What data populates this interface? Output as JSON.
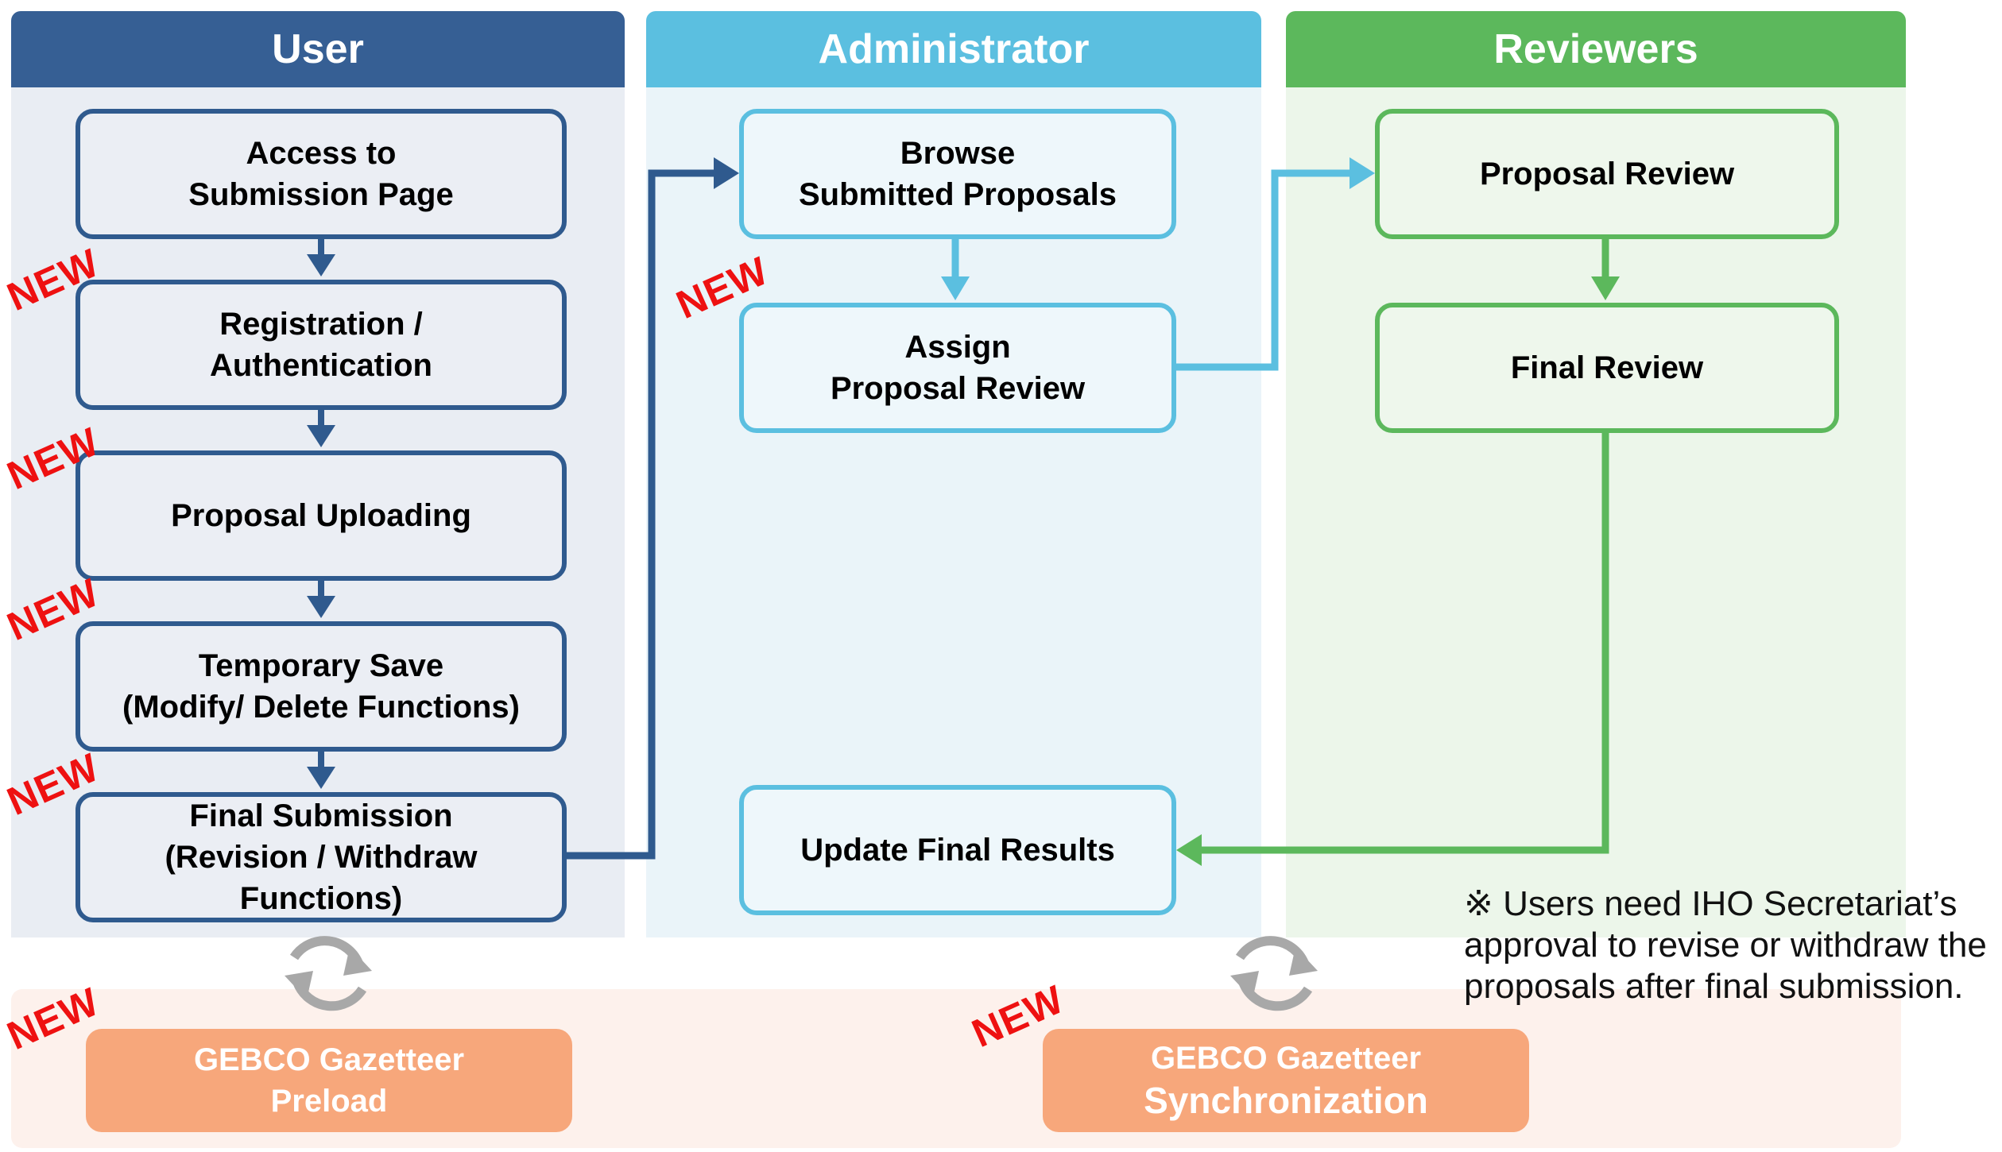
{
  "lanes": [
    {
      "name": "User",
      "color": "#365f94",
      "bg": "#e9edf3"
    },
    {
      "name": "Administrator",
      "color": "#5bbfe0",
      "bg": "#eaf4f9"
    },
    {
      "name": "Reviewers",
      "color": "#5cb85c",
      "bg": "#ecf6ea"
    }
  ],
  "user_steps": [
    "Access to\nSubmission Page",
    "Registration /\nAuthentication",
    "Proposal Uploading",
    "Temporary Save\n(Modify/ Delete Functions)",
    "Final Submission\n(Revision / Withdraw\nFunctions)"
  ],
  "admin_steps": [
    "Browse\nSubmitted Proposals",
    "Assign\nProposal Review",
    "Update Final Results"
  ],
  "reviewer_steps": [
    "Proposal Review",
    "Final Review"
  ],
  "gazetteer": {
    "preload": "GEBCO Gazetteer\nPreload",
    "sync_line1": "GEBCO Gazetteer",
    "sync_line2": "Synchronization",
    "band_color": "#fdf1ec",
    "box_color": "#f7a77b"
  },
  "new_badge": "NEW",
  "note": "※ Users need IHO Secretariat’s\napproval to revise or withdraw the\nproposals after final submission."
}
